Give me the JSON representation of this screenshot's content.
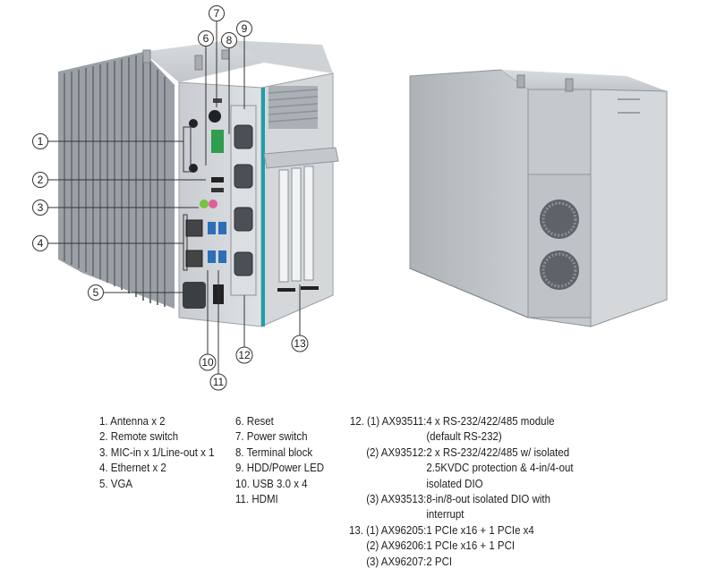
{
  "callouts": [
    "1",
    "2",
    "3",
    "4",
    "5",
    "6",
    "7",
    "8",
    "9",
    "10",
    "11",
    "12",
    "13"
  ],
  "legend": {
    "col1": [
      "1. Antenna x 2",
      "2. Remote switch",
      "3. MIC-in x 1/Line-out x 1",
      "4. Ethernet x 2",
      "5. VGA"
    ],
    "col2": [
      "6. Reset",
      "7. Power switch",
      "8. Terminal block",
      "9. HDD/Power LED",
      "10. USB 3.0 x 4",
      "11. HDMI"
    ],
    "item12": {
      "label": "12. (1) AX93511:",
      "text": "4 x RS-232/422/485 module",
      "cont": "(default RS-232)",
      "sub2_label": "(2) AX93512:",
      "sub2_text": "2 x RS-232/422/485 w/ isolated",
      "sub2_cont1": "2.5KVDC protection & 4-in/4-out",
      "sub2_cont2": "isolated DIO",
      "sub3_label": "(3) AX93513:",
      "sub3_text": "8-in/8-out isolated DIO with",
      "sub3_cont": "interrupt"
    },
    "item13": {
      "label": "13. (1) AX96205:",
      "text": "1 PCIe x16 + 1 PCIe x4",
      "sub2_label": "(2) AX96206:",
      "sub2_text": "1 PCIe x16 + 1 PCI",
      "sub3_label": "(3) AX96207:",
      "sub3_text": "2 PCI"
    }
  },
  "colors": {
    "accent": "#1aa0a8",
    "metal": "#b9bec3",
    "port": "#2c6fb8"
  }
}
